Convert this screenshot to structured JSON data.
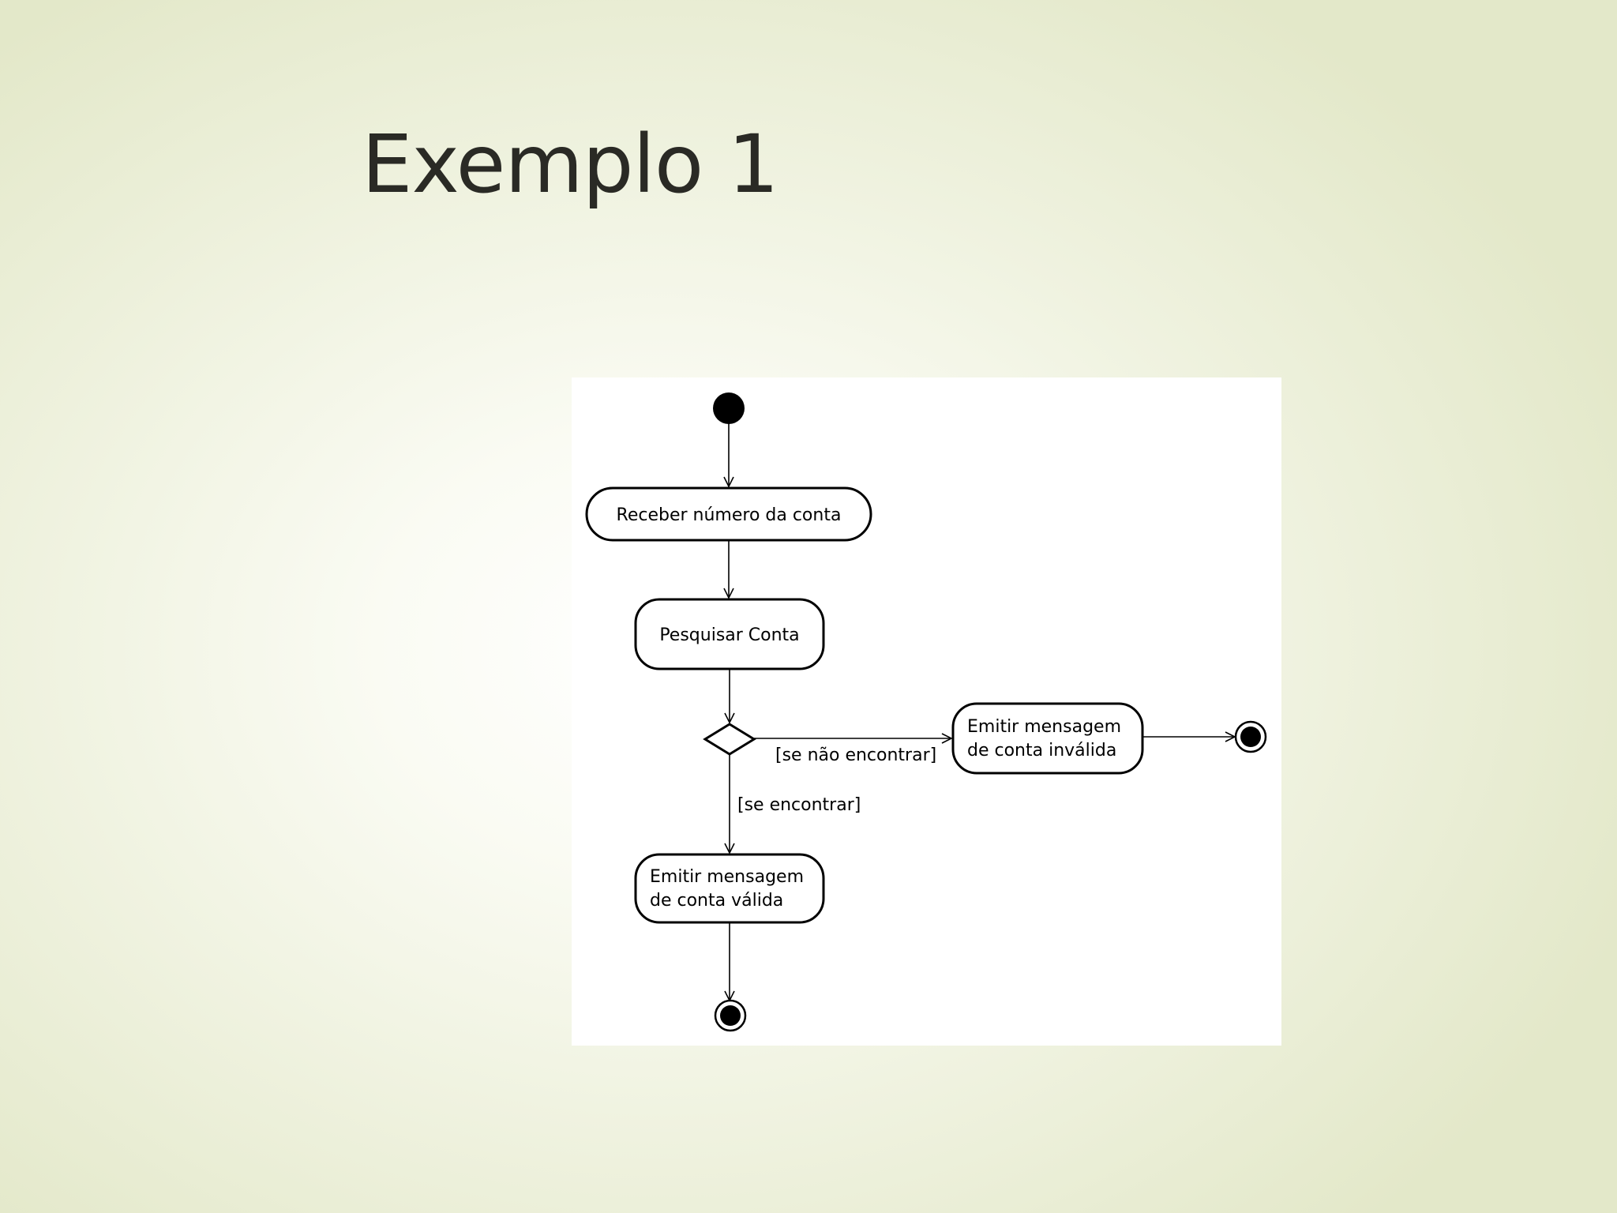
{
  "slide": {
    "title": "Exemplo 1"
  },
  "colors": {
    "background_center": "#ffffff",
    "background_edge": "#e3e8c9",
    "title_text": "#2a2a25",
    "diagram_background": "#ffffff",
    "diagram_stroke": "#000000"
  },
  "diagram": {
    "type": "uml-activity",
    "nodes": {
      "initial": {
        "kind": "initial-node"
      },
      "receber": {
        "kind": "action",
        "label": "Receber número da conta"
      },
      "pesquisar": {
        "kind": "action",
        "label": "Pesquisar Conta"
      },
      "decision": {
        "kind": "decision-node"
      },
      "invalida": {
        "kind": "action",
        "line1": "Emitir mensagem",
        "line2": "de conta inválida"
      },
      "valida": {
        "kind": "action",
        "line1": "Emitir mensagem",
        "line2": "de conta válida"
      },
      "final_right": {
        "kind": "final-node"
      },
      "final_bottom": {
        "kind": "final-node"
      }
    },
    "guards": {
      "nao_encontrar": "[se não encontrar]",
      "encontrar": "[se encontrar]"
    },
    "edges": [
      {
        "from": "initial",
        "to": "receber"
      },
      {
        "from": "receber",
        "to": "pesquisar"
      },
      {
        "from": "pesquisar",
        "to": "decision"
      },
      {
        "from": "decision",
        "to": "invalida",
        "guard": "[se não encontrar]"
      },
      {
        "from": "decision",
        "to": "valida",
        "guard": "[se encontrar]"
      },
      {
        "from": "invalida",
        "to": "final_right"
      },
      {
        "from": "valida",
        "to": "final_bottom"
      }
    ]
  }
}
